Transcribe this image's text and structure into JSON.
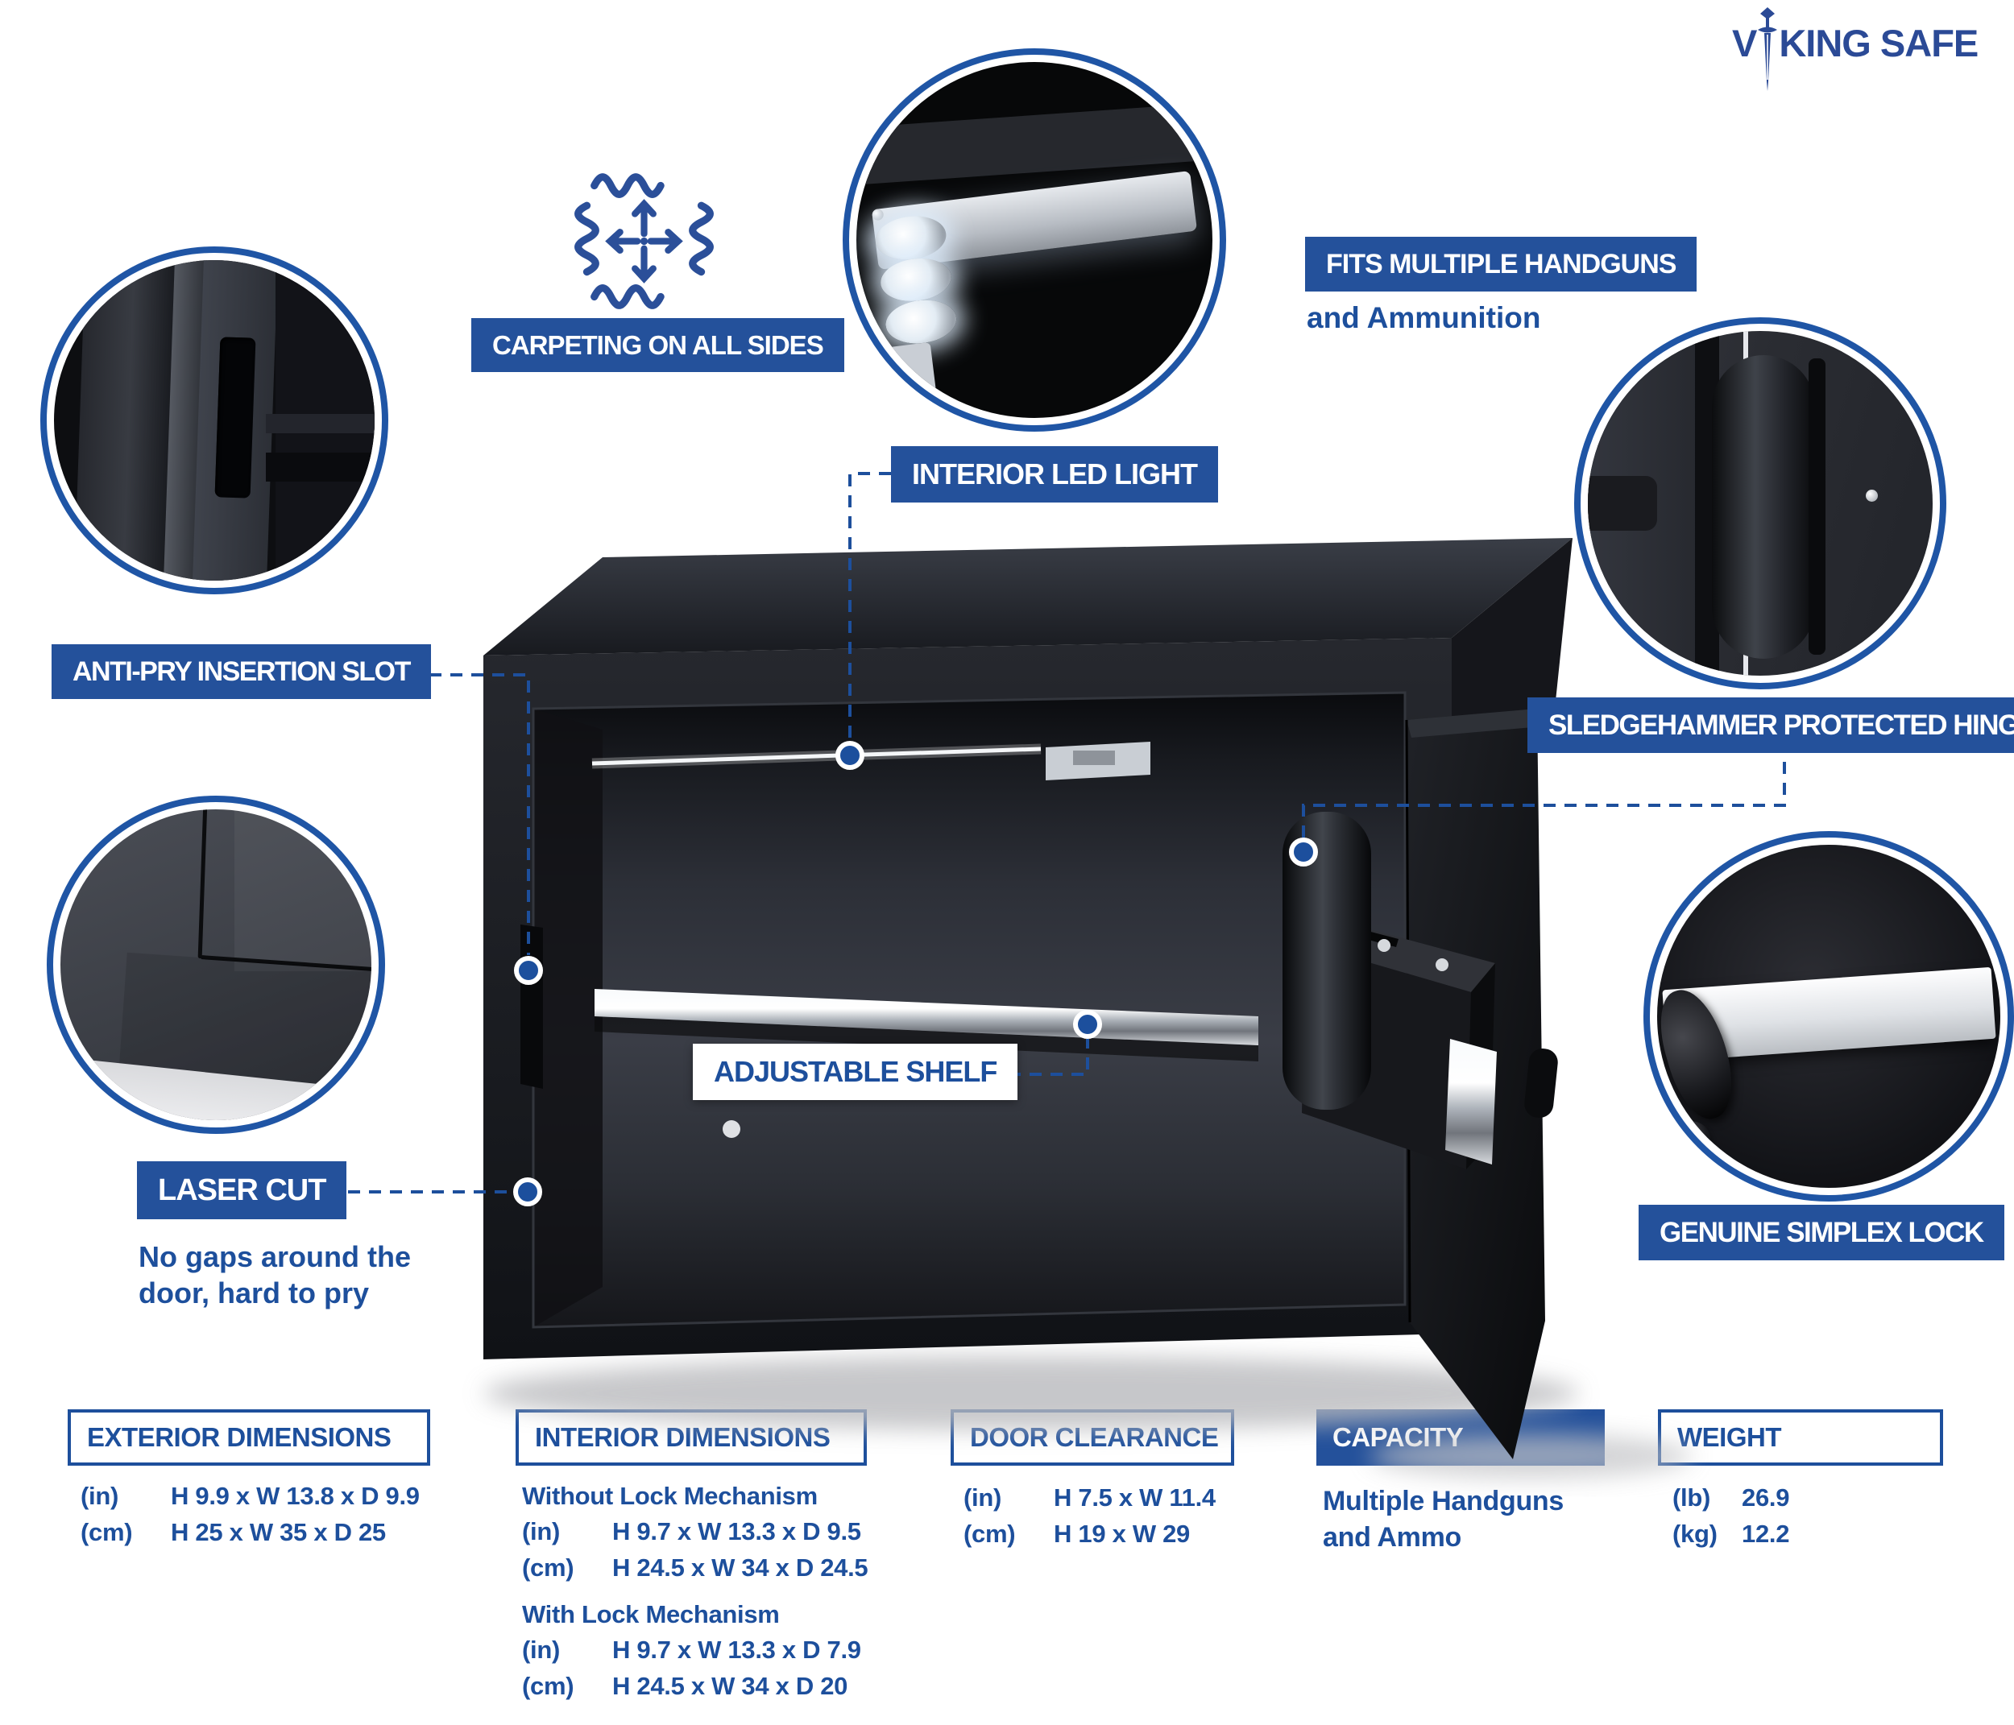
{
  "logo": {
    "name": "VIKING SAFE",
    "prefix": "V",
    "suffix": "KING SAFE"
  },
  "callouts": {
    "carpeting": {
      "label": "CARPETING ON ALL SIDES"
    },
    "fits_handguns": {
      "label": "FITS MULTIPLE  HANDGUNS",
      "sub": "and Ammunition"
    },
    "interior_led": {
      "label": "INTERIOR LED LIGHT"
    },
    "anti_pry": {
      "label": "ANTI-PRY INSERTION SLOT"
    },
    "sledgehammer": {
      "label": "SLEDGEHAMMER PROTECTED HINGE"
    },
    "adjustable_shelf": {
      "label": "ADJUSTABLE SHELF"
    },
    "laser_cut": {
      "label": "LASER CUT",
      "sub_line1": "No gaps around the",
      "sub_line2": "door, hard to pry"
    },
    "simplex": {
      "label": "GENUINE SIMPLEX LOCK"
    }
  },
  "specs": {
    "exterior": {
      "title": "EXTERIOR DIMENSIONS",
      "rows": [
        {
          "unit": "(in)",
          "value": "H 9.9 x W 13.8  x D 9.9"
        },
        {
          "unit": "(cm)",
          "value": "H 25 x W 35 x D 25"
        }
      ]
    },
    "interior": {
      "title": "INTERIOR DIMENSIONS",
      "group1": {
        "label": "Without Lock Mechanism",
        "rows": [
          {
            "unit": "(in)",
            "value": "H 9.7 x W 13.3 x D 9.5"
          },
          {
            "unit": "(cm)",
            "value": "H 24.5 x W 34 x D 24.5"
          }
        ]
      },
      "group2": {
        "label": "With Lock Mechanism",
        "rows": [
          {
            "unit": "(in)",
            "value": "H 9.7 x W 13.3 x D 7.9"
          },
          {
            "unit": "(cm)",
            "value": "H 24.5 x W 34 x D 20"
          }
        ]
      }
    },
    "door_clearance": {
      "title": "DOOR CLEARANCE",
      "rows": [
        {
          "unit": "(in)",
          "value": "H 7.5 x W 11.4"
        },
        {
          "unit": "(cm)",
          "value": "H 19 x W 29"
        }
      ]
    },
    "capacity": {
      "title": "CAPACITY",
      "line1": "Multiple Handguns",
      "line2": "and Ammo"
    },
    "weight": {
      "title": "WEIGHT",
      "rows": [
        {
          "unit": "(lb)",
          "value": "26.9"
        },
        {
          "unit": "(kg)",
          "value": "12.2"
        }
      ]
    }
  },
  "colors": {
    "accent_blue": "#1d4f9c",
    "label_bg": "#24519b",
    "ring_blue": "#1f55a5",
    "logo_blue": "#2b4a96"
  }
}
